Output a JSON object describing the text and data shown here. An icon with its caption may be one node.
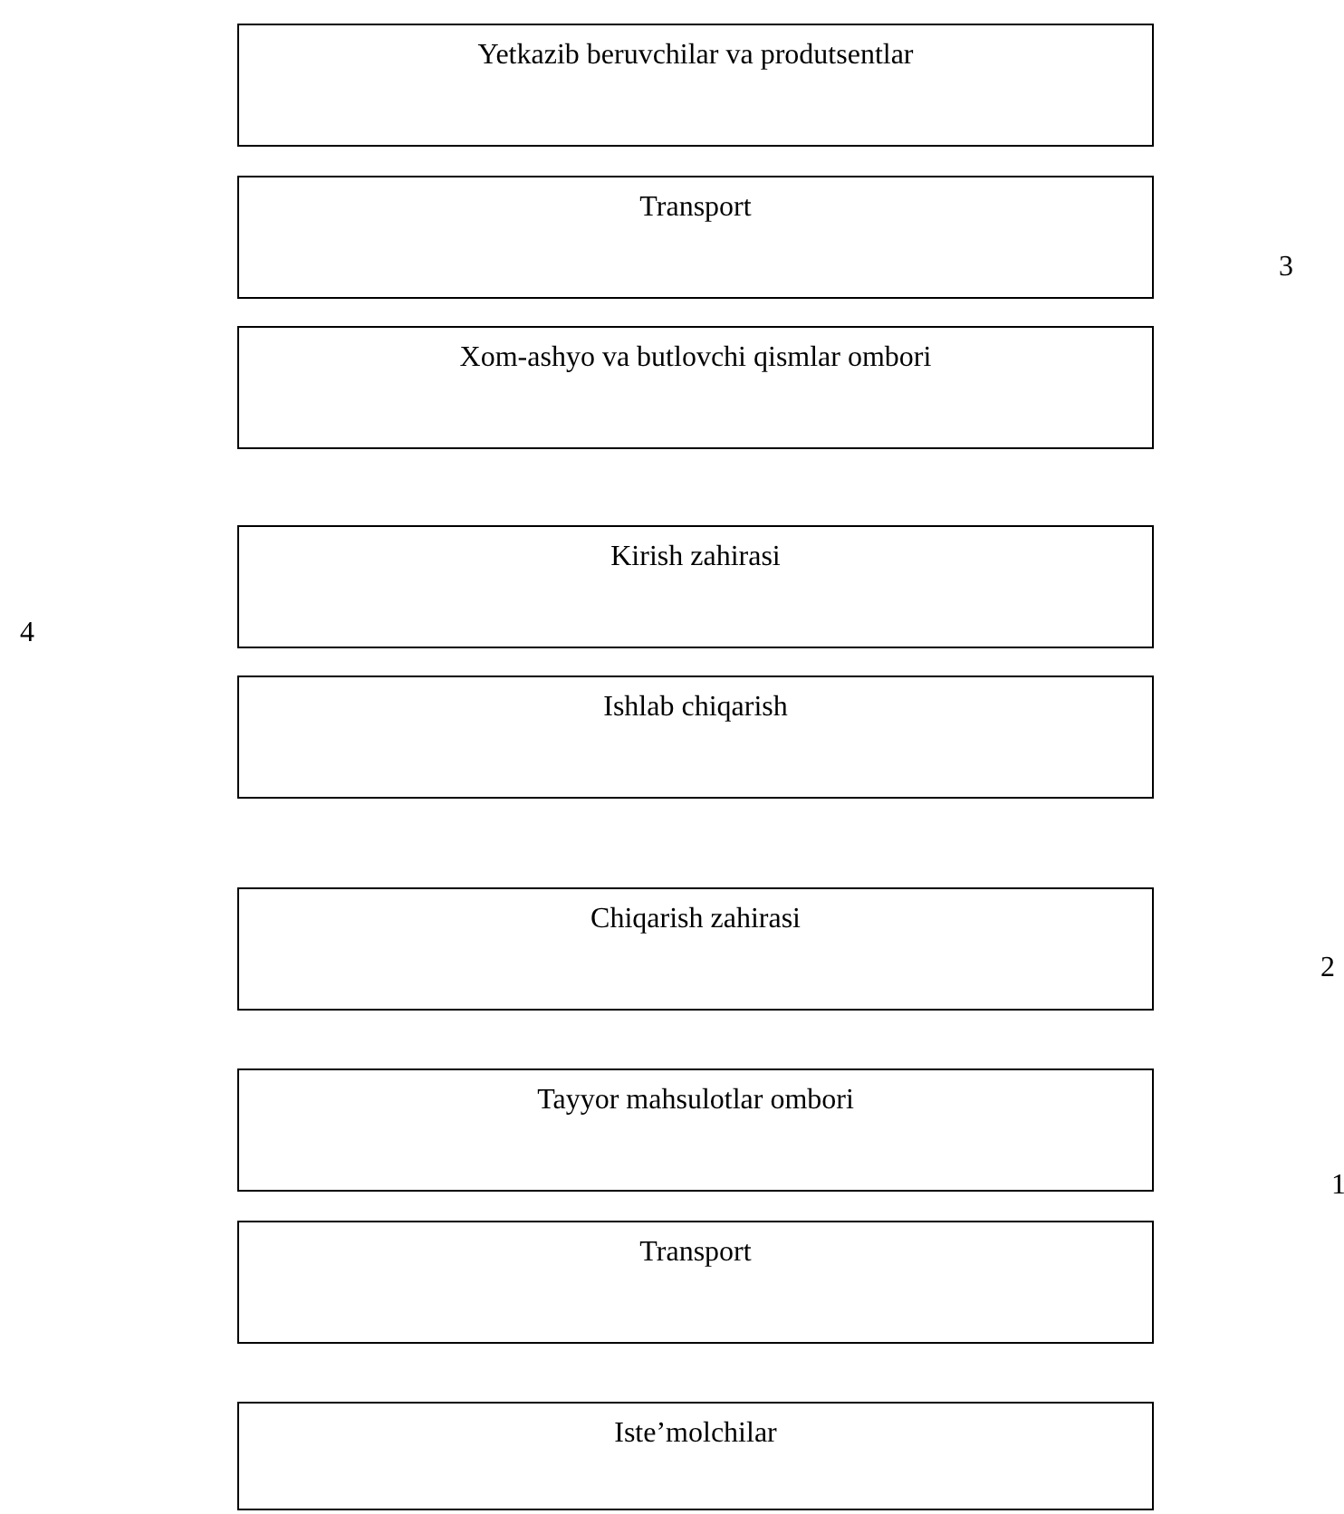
{
  "diagram": {
    "nodes": [
      {
        "text": [
          "Yetkazib beruvchilar va produtsentlar"
        ]
      },
      {
        "text": [
          "Transport"
        ]
      },
      {
        "text": [
          "Xom-ashyo va butlovchi qismlar ombori"
        ]
      },
      {
        "text": [
          "Kirish zahirasi"
        ]
      },
      {
        "text": [
          "Ishlab chiqarish"
        ]
      },
      {
        "text": [
          "Chiqarish zahirasi"
        ]
      },
      {
        "text": [
          "Tayyor mahsulotlar ombori"
        ]
      },
      {
        "text": [
          "Transport"
        ]
      },
      {
        "text": [
          "Iste’molchilar"
        ]
      }
    ],
    "labels": [
      "3",
      "4",
      "2",
      "1"
    ]
  }
}
